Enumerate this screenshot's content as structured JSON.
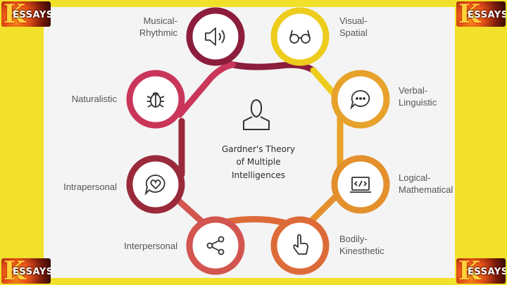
{
  "center": {
    "lines": [
      "Gardner's Theory",
      "of Multiple",
      "Intelligences"
    ],
    "icon": "person-icon"
  },
  "nodes": [
    {
      "key": "musical",
      "label_lines": [
        "Musical-",
        "Rhythmic"
      ],
      "icon": "speaker-icon",
      "color": "#8c1d3c"
    },
    {
      "key": "visual",
      "label_lines": [
        "Visual-",
        "Spatial"
      ],
      "icon": "glasses-icon",
      "color": "#edcc1c"
    },
    {
      "key": "verbal",
      "label_lines": [
        "Verbal-",
        "Linguistic"
      ],
      "icon": "chat-bubble-icon",
      "color": "#e6a22a"
    },
    {
      "key": "logical",
      "label_lines": [
        "Logical-",
        "Mathematical"
      ],
      "icon": "code-window-icon",
      "color": "#e3902d"
    },
    {
      "key": "bodily",
      "label_lines": [
        "Bodily-",
        "Kinesthetic"
      ],
      "icon": "pointing-hand-icon",
      "color": "#dd6b3a"
    },
    {
      "key": "interpersonal",
      "label_lines": [
        "Interpersonal"
      ],
      "icon": "share-icon",
      "color": "#d35550"
    },
    {
      "key": "intrapersonal",
      "label_lines": [
        "Intrapersonal"
      ],
      "icon": "heart-chat-icon",
      "color": "#9a2a3a"
    },
    {
      "key": "naturalistic",
      "label_lines": [
        "Naturalistic"
      ],
      "icon": "bug-icon",
      "color": "#c9365a"
    }
  ],
  "logos": {
    "text": "ESSAYS",
    "letter": "K"
  },
  "colors": {
    "background": "#f2e12a",
    "panel": "#f4f4f4"
  }
}
